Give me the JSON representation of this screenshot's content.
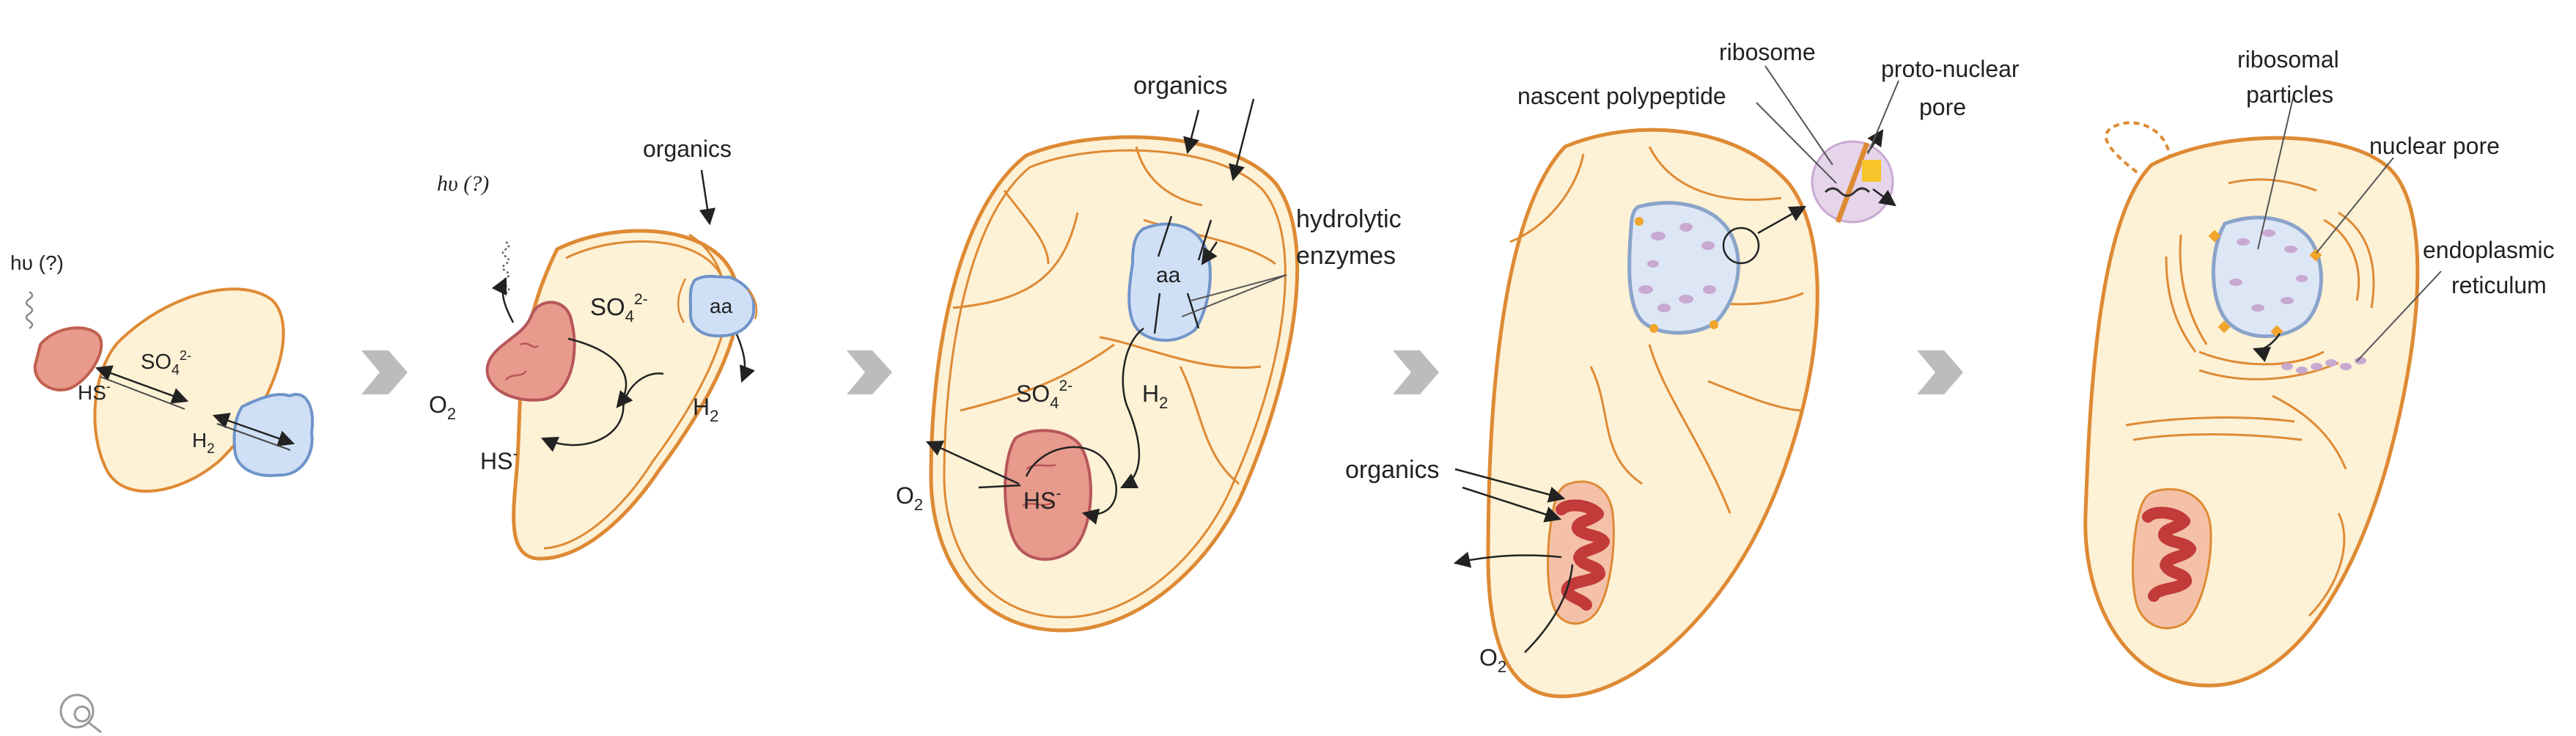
{
  "colors": {
    "cell_fill": "#fdf1d6",
    "membrane": "#de8a34",
    "sulfur_fill": "#e89a8c",
    "sulfur_stroke": "#b7575a",
    "hydrogen_fill": "#cfe0f6",
    "hydrogen_stroke": "#6f94c9",
    "mito_fill": "#f4c1a8",
    "mito_cristae": "#c23a3a",
    "ribosome": "#c8a9d2",
    "pore": "#f2a42b",
    "arrow_gray": "#bcbcbc",
    "ink": "#222222"
  },
  "stage1": {
    "hv": "hυ (?)",
    "so4": "SO",
    "so4_sub": "4",
    "so4_sup": "2-",
    "hs": "HS",
    "hs_sup": "-",
    "h2": "H",
    "h2_sub": "2"
  },
  "stage2": {
    "hv": "hυ (?)",
    "organics": "organics",
    "so4": "SO",
    "so4_sub": "4",
    "so4_sup": "2-",
    "o2": "O",
    "o2_sub": "2",
    "hs": "HS",
    "hs_sup": "-",
    "h2": "H",
    "h2_sub": "2",
    "aa": "aa"
  },
  "stage3": {
    "organics": "organics",
    "hydrolytic_1": "hydrolytic",
    "hydrolytic_2": "enzymes",
    "aa": "aa",
    "so4": "SO",
    "so4_sub": "4",
    "so4_sup": "2-",
    "h2": "H",
    "h2_sub": "2",
    "o2": "O",
    "o2_sub": "2",
    "hs": "HS",
    "hs_sup": "-"
  },
  "stage4": {
    "ribosome": "ribosome",
    "proto_1": "proto-nuclear",
    "proto_2": "pore",
    "nascent": "nascent polypeptide",
    "organics": "organics",
    "o2": "O",
    "o2_sub": "2"
  },
  "stage5": {
    "ribosomal_1": "ribosomal",
    "ribosomal_2": "particles",
    "nuclear_pore": "nuclear pore",
    "er_1": "endoplasmic",
    "er_2": "reticulum"
  }
}
